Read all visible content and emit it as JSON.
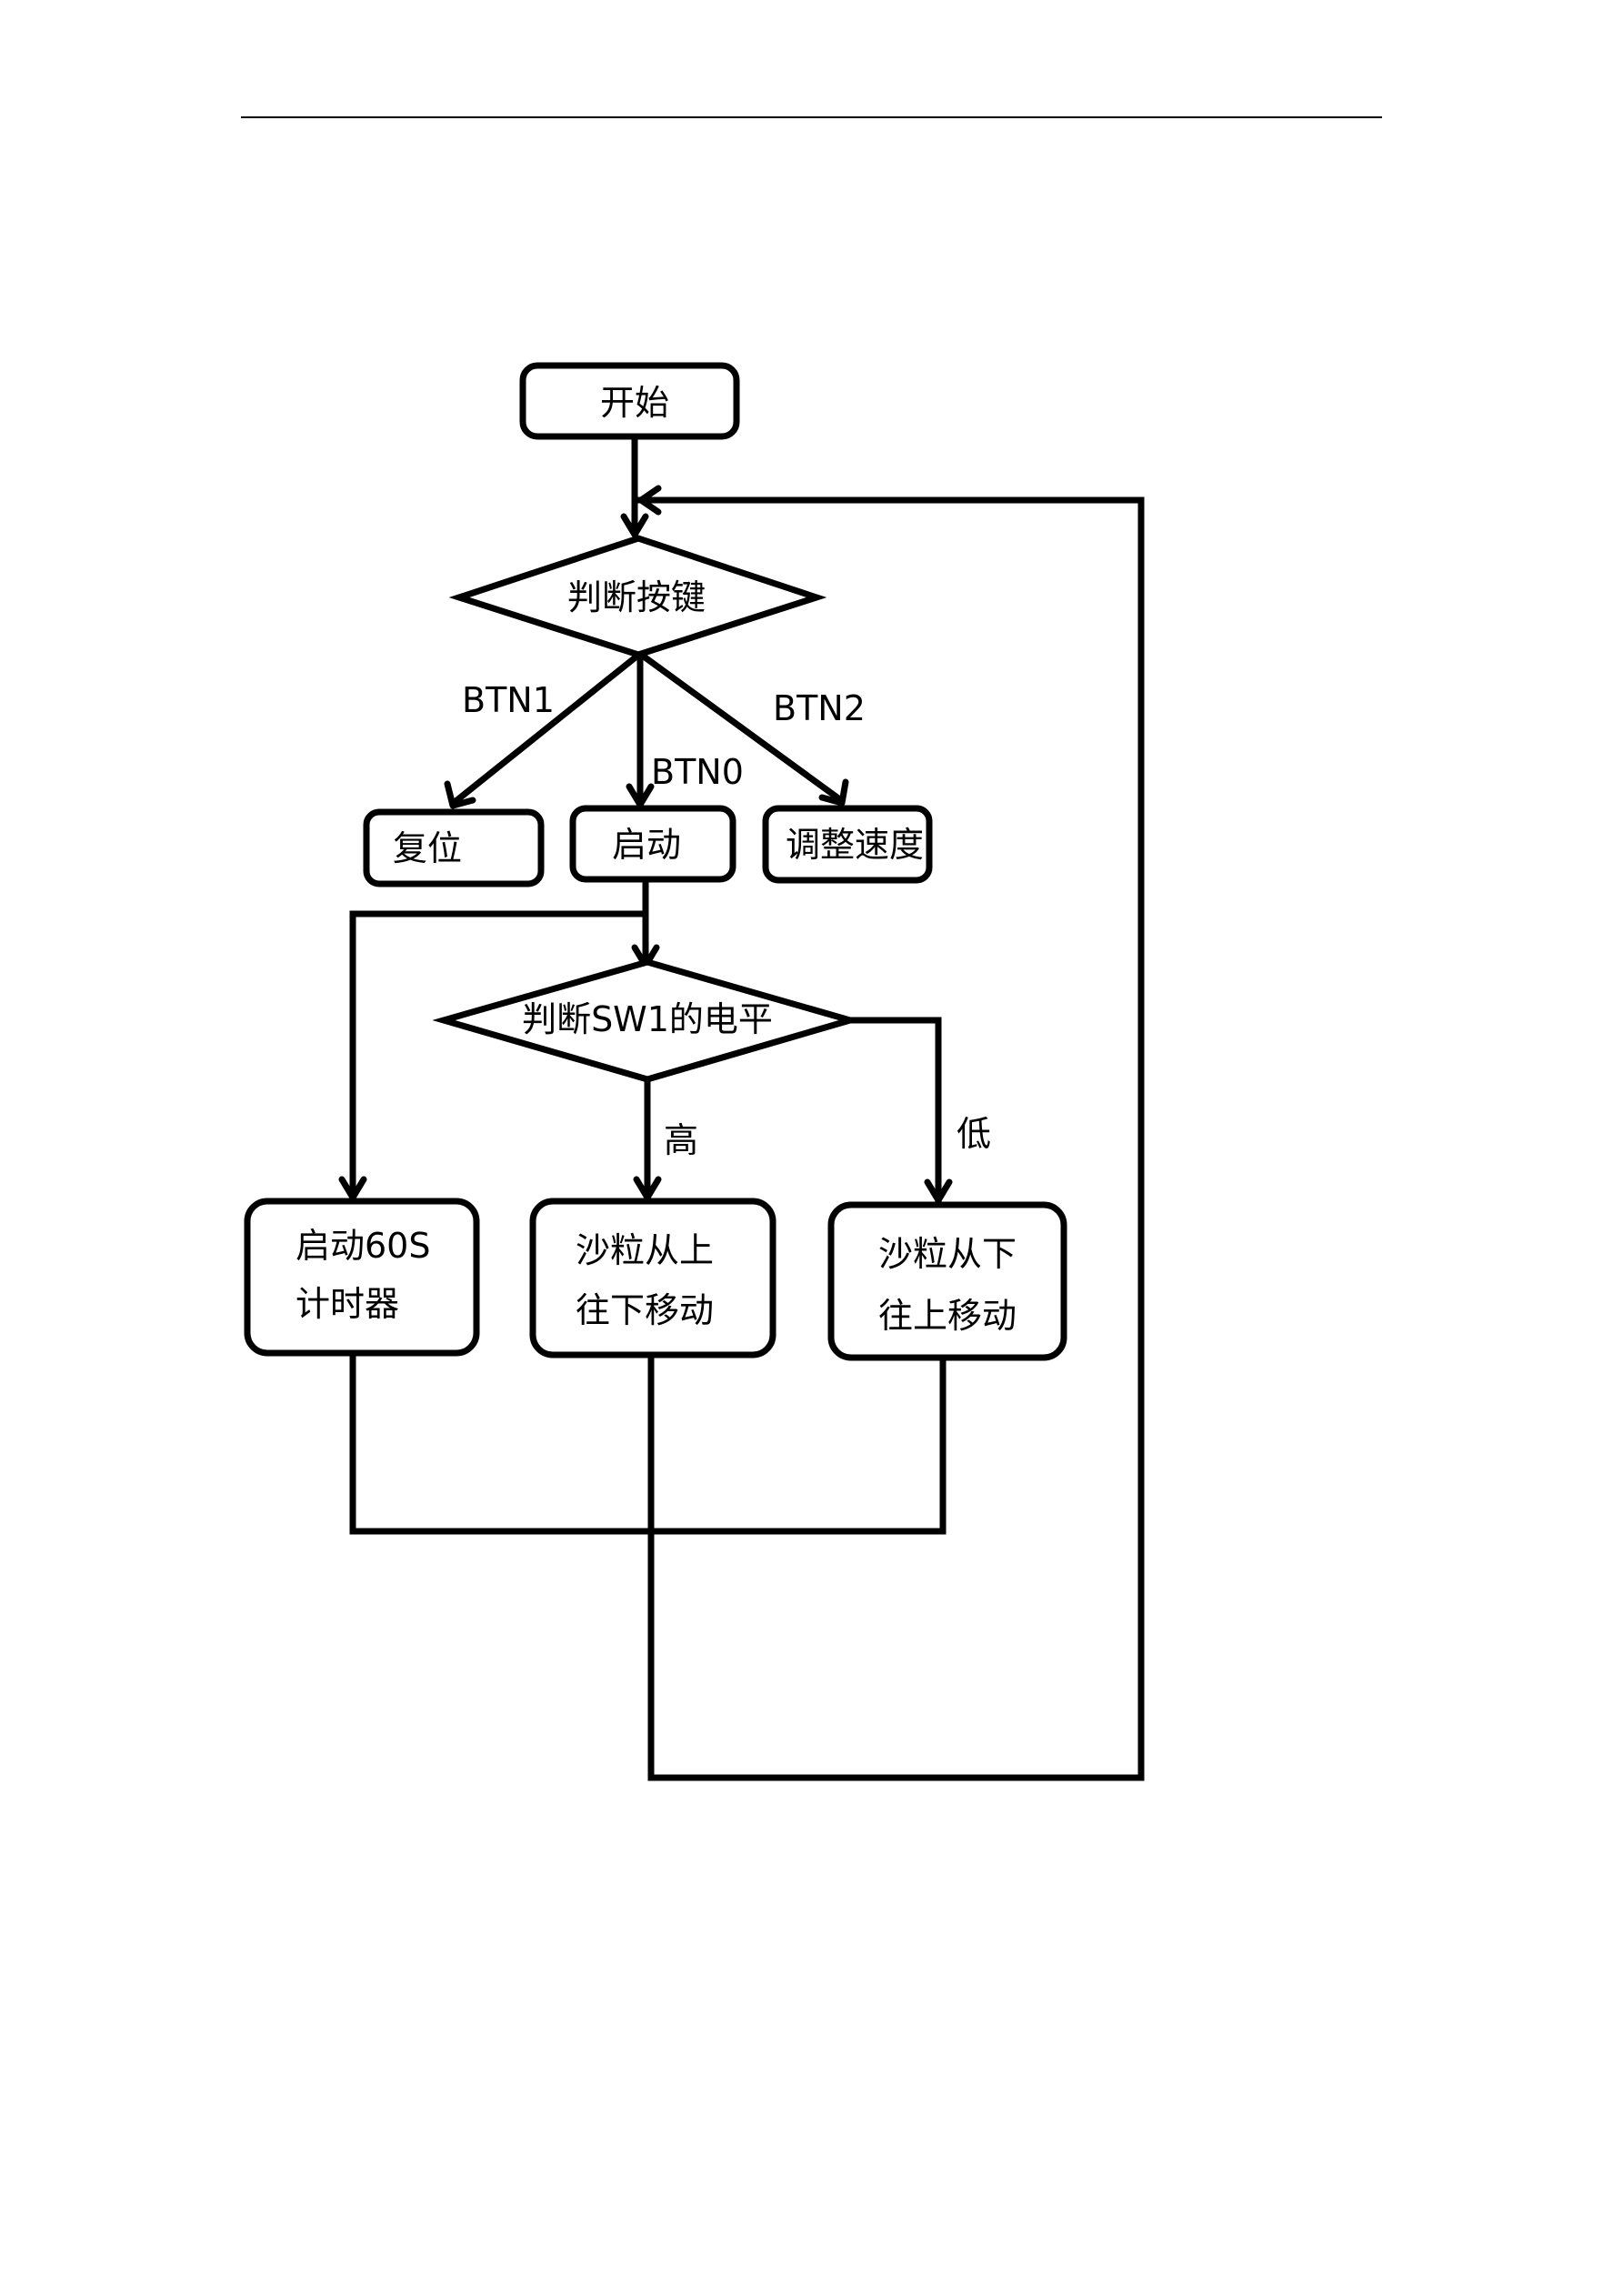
{
  "nodes": {
    "start": "开始",
    "judge_key": "判断按键",
    "reset": "复位",
    "launch": "启动",
    "adjust_speed": "调整速度",
    "judge_sw1": "判断SW1的电平",
    "timer_line1": "启动60S",
    "timer_line2": "计时器",
    "sand_down_line1": "沙粒从上",
    "sand_down_line2": "往下移动",
    "sand_up_line1": "沙粒从下",
    "sand_up_line2": "往上移动"
  },
  "edges": {
    "btn1": "BTN1",
    "btn0": "BTN0",
    "btn2": "BTN2",
    "high": "高",
    "low": "低"
  }
}
